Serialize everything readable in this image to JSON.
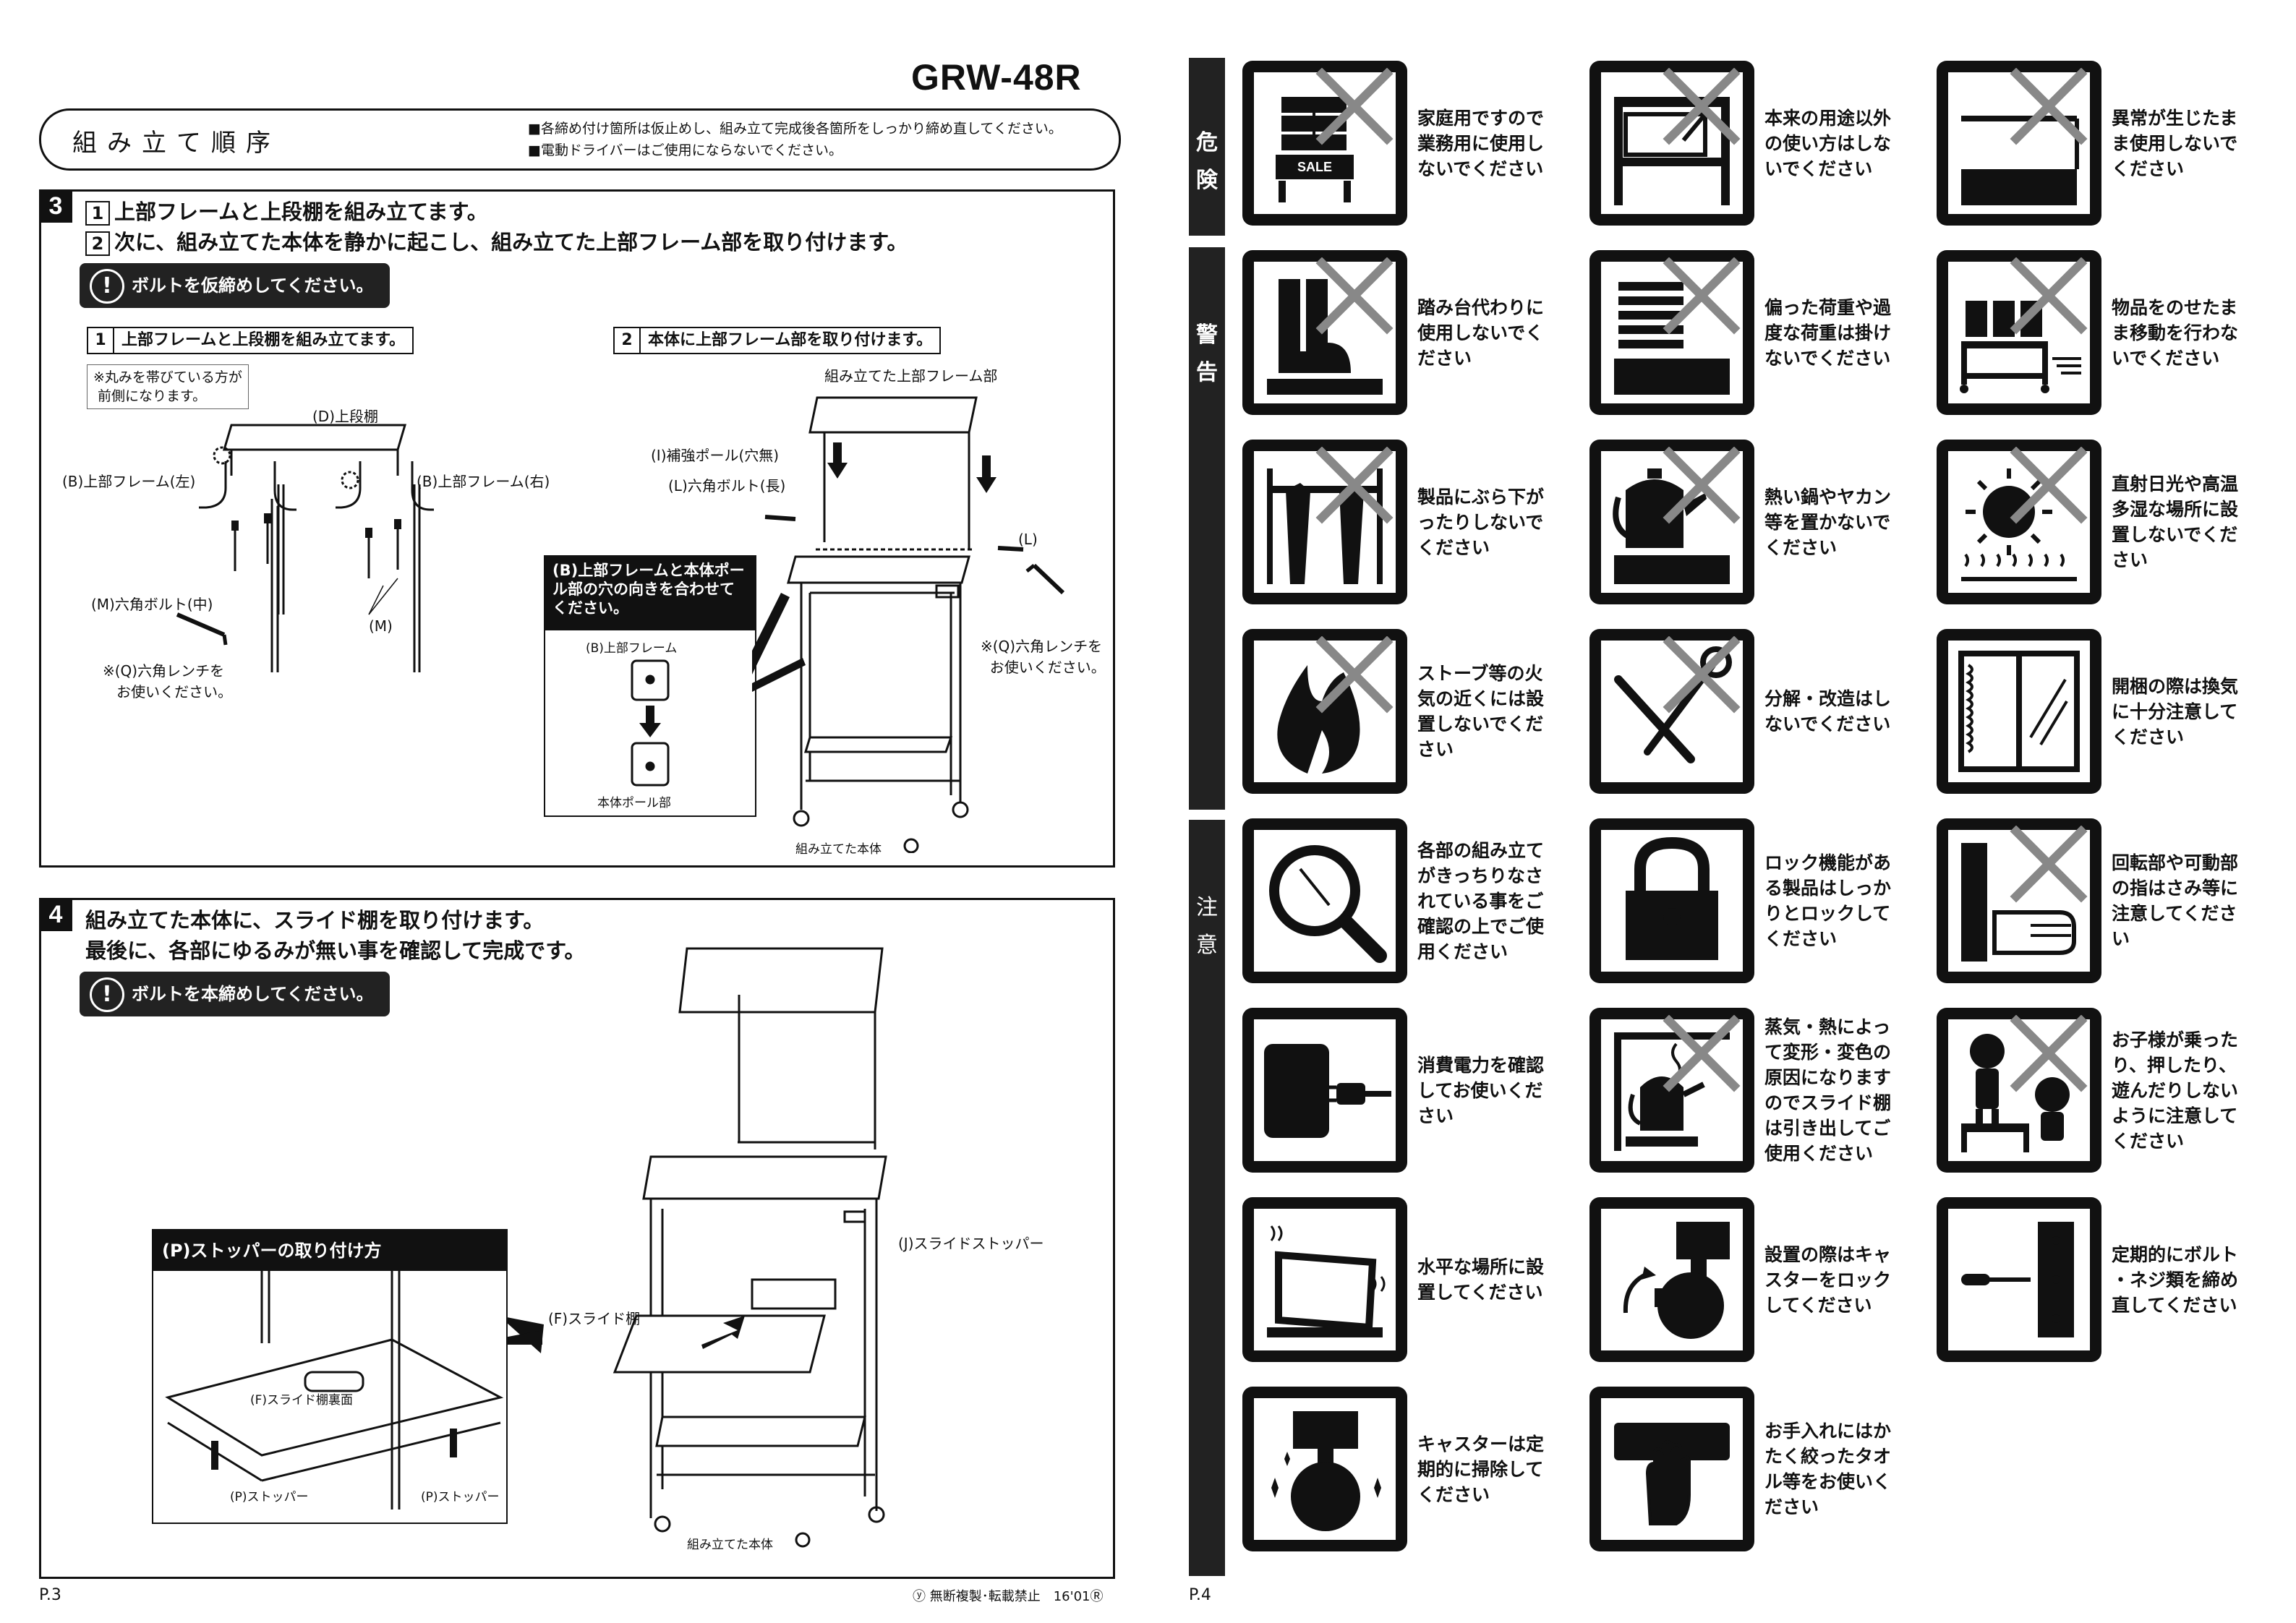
{
  "model": "GRW-48R",
  "header": {
    "title": "組み立て順序",
    "note1": "■各締め付け箇所は仮止めし、組み立て完成後各箇所をしっかり締め直してください。",
    "note2": "■電動ドライバーはご使用にならないでください。"
  },
  "step3": {
    "num": "3",
    "line1_num": "1",
    "line1": "上部フレームと上段棚を組み立てます。",
    "line2_num": "2",
    "line2": "次に、組み立てた本体を静かに起こし、組み立てた上部フレーム部を取り付けます。",
    "alert": "ボルトを仮締めしてください。",
    "sub1_num": "1",
    "sub1": "上部フレームと上段棚を組み立てます。",
    "sub2_num": "2",
    "sub2": "本体に上部フレーム部を取り付けます。",
    "note_line1": "※丸みを帯びている方が",
    "note_line2": "前側になります。",
    "labels": {
      "d": "(D)上段棚",
      "b_left": "(B)上部フレーム(左)",
      "b_right": "(B)上部フレーム(右)",
      "m_bolt": "(M)六角ボルト(中)",
      "m": "(M)",
      "q1_line1": "※(Q)六角レンチを",
      "q1_line2": "お使いください。",
      "assembled_frame": "組み立てた上部フレーム部",
      "i_pole": "(I)補強ポール(穴無)",
      "l_bolt": "(L)六角ボルト(長)",
      "l": "(L)",
      "q2_line1": "※(Q)六角レンチを",
      "q2_line2": "お使いください。",
      "assembled_body": "組み立てた本体"
    },
    "callout": {
      "title": "(B)上部フレームと本体ポール部の穴の向きを合わせてください。",
      "top_label": "(B)上部フレーム",
      "bottom_label": "本体ポール部"
    }
  },
  "step4": {
    "num": "4",
    "line1": "組み立てた本体に、スライド棚を取り付けます。",
    "line2": "最後に、各部にゆるみが無い事を確認して完成です。",
    "alert": "ボルトを本締めしてください。",
    "stopper": {
      "title": "(P)ストッパーの取り付け方",
      "underside": "(F)スライド棚裏面",
      "p_left": "(P)ストッパー",
      "p_right": "(P)ストッパー"
    },
    "labels": {
      "j": "(J)スライドストッパー",
      "f": "(F)スライド棚",
      "assembled_body": "組み立てた本体"
    }
  },
  "footer_left": {
    "page": "P.3",
    "copyright": "ⓨ 無断複製･転載禁止　16'01Ⓡ"
  },
  "right_page": {
    "page": "P.4",
    "categories": [
      {
        "label_1": "危",
        "label_2": "険"
      },
      {
        "label_1": "警",
        "label_2": "告"
      },
      {
        "label_1": "注",
        "label_2": "意"
      }
    ],
    "sale_sign": "SALE",
    "warnings": [
      {
        "icon": "shelf-sale-icon",
        "prohibited": true,
        "text": [
          "家庭用ですので",
          "業務用に使用し",
          "ないでください"
        ]
      },
      {
        "icon": "misuse-icon",
        "prohibited": true,
        "text": [
          "本来の用途以外",
          "の使い方はしな",
          "いでください"
        ]
      },
      {
        "icon": "abnormal-icon",
        "prohibited": true,
        "text": [
          "異常が生じたま",
          "ま使用しないで",
          "ください"
        ]
      },
      {
        "icon": "step-stool-icon",
        "prohibited": true,
        "text": [
          "踏み台代わりに",
          "使用しないでく",
          "ださい"
        ]
      },
      {
        "icon": "uneven-load-icon",
        "prohibited": true,
        "text": [
          "偏った荷重や過",
          "度な荷重は掛け",
          "ないでください"
        ]
      },
      {
        "icon": "move-loaded-icon",
        "prohibited": true,
        "text": [
          "物品をのせたま",
          "ま移動を行わな",
          "いでください"
        ]
      },
      {
        "icon": "hanging-icon",
        "prohibited": true,
        "text": [
          "製品にぶら下が",
          "ったりしないで",
          "ください"
        ]
      },
      {
        "icon": "hot-kettle-icon",
        "prohibited": true,
        "text": [
          "熱い鍋やヤカン",
          "等を置かないで",
          "ください"
        ]
      },
      {
        "icon": "sunlight-humidity-icon",
        "prohibited": true,
        "text": [
          "直射日光や高温",
          "多湿な場所に設",
          "置しないでくだ",
          "さい"
        ]
      },
      {
        "icon": "fire-icon",
        "prohibited": true,
        "text": [
          "ストーブ等の火",
          "気の近くには設",
          "置しないでくだ",
          "さい"
        ]
      },
      {
        "icon": "tools-icon",
        "prohibited": true,
        "text": [
          "分解・改造はし",
          "ないでください"
        ]
      },
      {
        "icon": "ventilation-icon",
        "prohibited": false,
        "text": [
          "開梱の際は換気",
          "に十分注意して",
          "ください"
        ]
      },
      {
        "icon": "magnifier-icon",
        "prohibited": false,
        "text": [
          "各部の組み立て",
          "がきっちりなさ",
          "れている事をご",
          "確認の上でご使",
          "用ください"
        ]
      },
      {
        "icon": "lock-icon",
        "prohibited": false,
        "text": [
          "ロック機能があ",
          "る製品はしっか",
          "りとロックして",
          "ください"
        ]
      },
      {
        "icon": "pinch-hand-icon",
        "prohibited": true,
        "text": [
          "回転部や可動部",
          "の指はさみ等に",
          "注意してくださ",
          "い"
        ]
      },
      {
        "icon": "power-outlet-icon",
        "prohibited": false,
        "text": [
          "消費電力を確認",
          "してお使いくだ",
          "さい"
        ]
      },
      {
        "icon": "steam-heat-icon",
        "prohibited": true,
        "text": [
          "蒸気・熱によっ",
          "て変形・変色の",
          "原因になります",
          "のでスライド棚",
          "は引き出してご",
          "使用ください"
        ]
      },
      {
        "icon": "children-icon",
        "prohibited": true,
        "text": [
          "お子様が乗った",
          "り、押したり、",
          "遊んだりしない",
          "ように注意して",
          "ください"
        ]
      },
      {
        "icon": "level-floor-icon",
        "prohibited": false,
        "text": [
          "水平な場所に設",
          "置してください"
        ]
      },
      {
        "icon": "caster-lock-icon",
        "prohibited": false,
        "text": [
          "設置の際はキャ",
          "スターをロック",
          "してください"
        ]
      },
      {
        "icon": "screwdriver-icon",
        "prohibited": false,
        "text": [
          "定期的にボルト",
          "・ネジ類を締め",
          "直してください"
        ]
      },
      {
        "icon": "caster-clean-icon",
        "prohibited": false,
        "text": [
          "キャスターは定",
          "期的に掃除して",
          "ください"
        ]
      },
      {
        "icon": "wipe-hand-icon",
        "prohibited": false,
        "text": [
          "お手入れにはか",
          "たく絞ったタオ",
          "ル等をお使いく",
          "ださい"
        ]
      }
    ]
  }
}
